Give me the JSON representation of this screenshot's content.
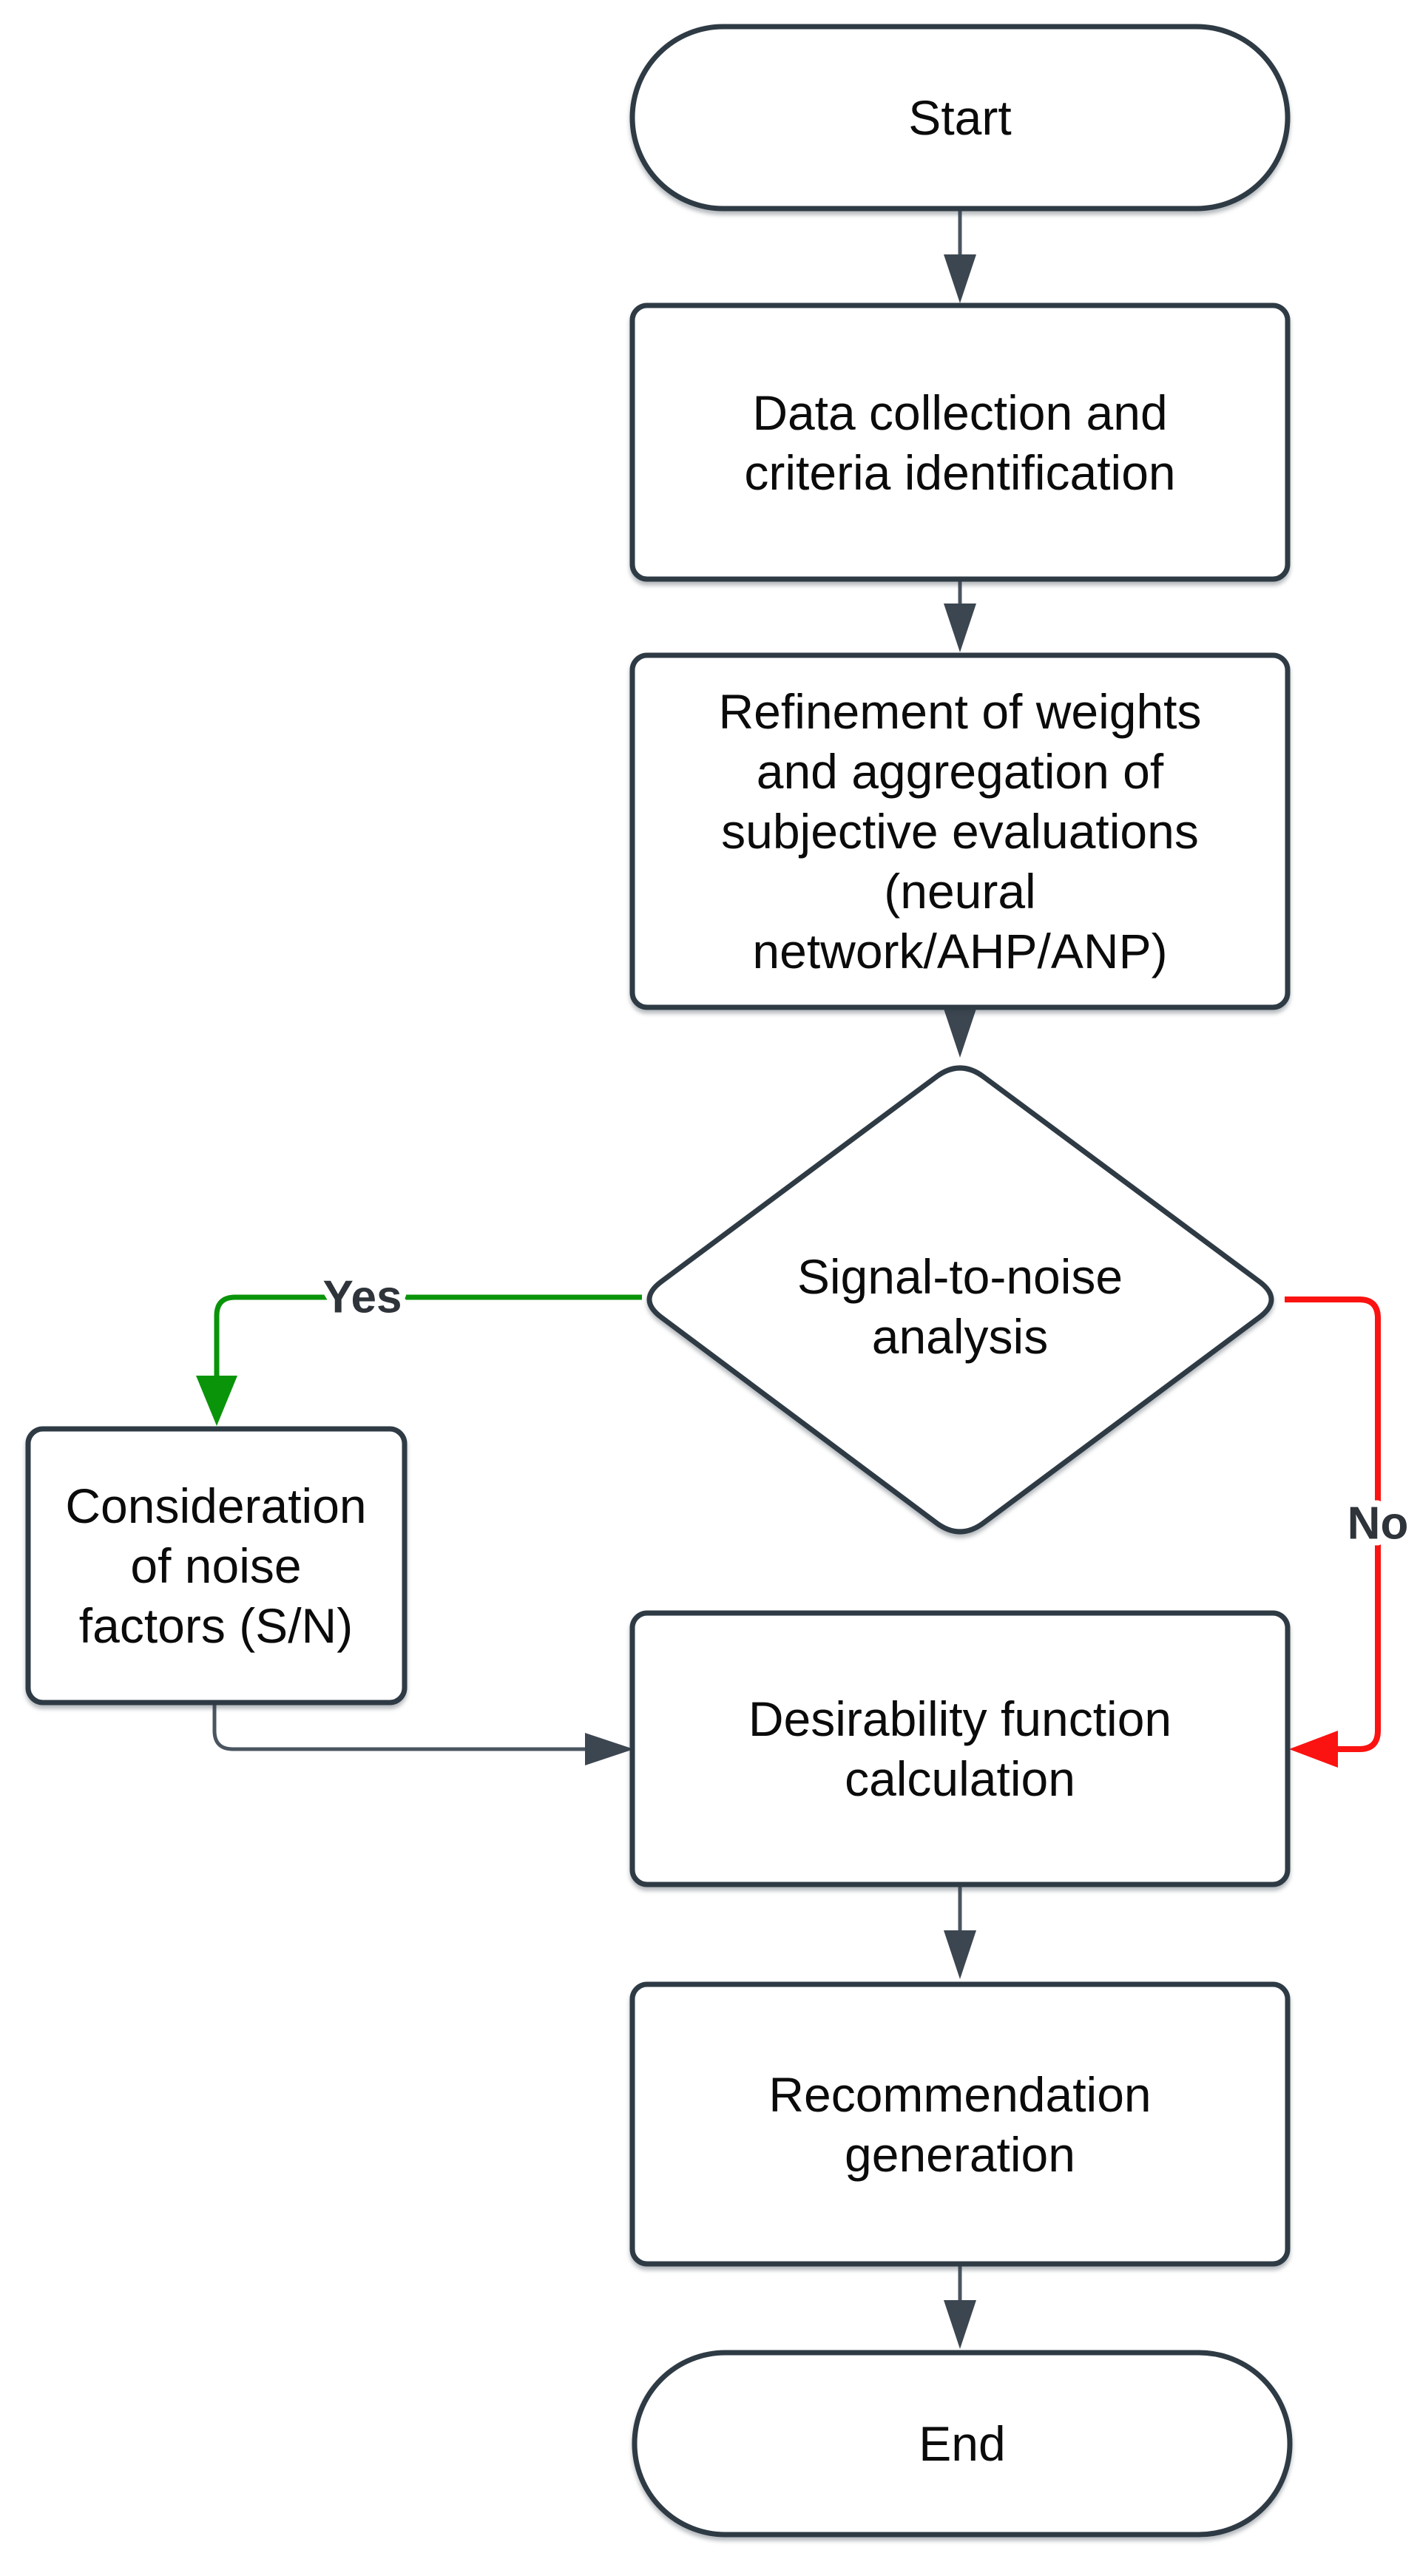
{
  "diagram": {
    "title": "Decision flowchart",
    "colors": {
      "node_border": "#2e3a44",
      "connector": "#4a5560",
      "yes_branch": "#0a940a",
      "no_branch": "#fa1310",
      "node_text": "#0b0b0b",
      "edge_label_text": "#2e343a",
      "background": "#ffffff"
    },
    "nodes": {
      "start": {
        "type": "terminator",
        "label": "Start"
      },
      "data_collection": {
        "type": "process",
        "lines": [
          "Data collection and",
          "criteria identification"
        ]
      },
      "refinement": {
        "type": "process",
        "lines": [
          "Refinement of weights",
          "and aggregation of",
          "subjective evaluations",
          "(neural",
          "network/AHP/ANP)"
        ]
      },
      "snr_decision": {
        "type": "decision",
        "lines": [
          "Signal-to-noise",
          "analysis"
        ]
      },
      "noise_factors": {
        "type": "process",
        "lines": [
          "Consideration",
          "of noise",
          "factors (S/N)"
        ]
      },
      "desirability": {
        "type": "process",
        "lines": [
          "Desirability function",
          "calculation"
        ]
      },
      "recommendation": {
        "type": "process",
        "lines": [
          "Recommendation",
          "generation"
        ]
      },
      "end": {
        "type": "terminator",
        "label": "End"
      }
    },
    "edges": {
      "yes_label": "Yes",
      "no_label": "No"
    }
  }
}
